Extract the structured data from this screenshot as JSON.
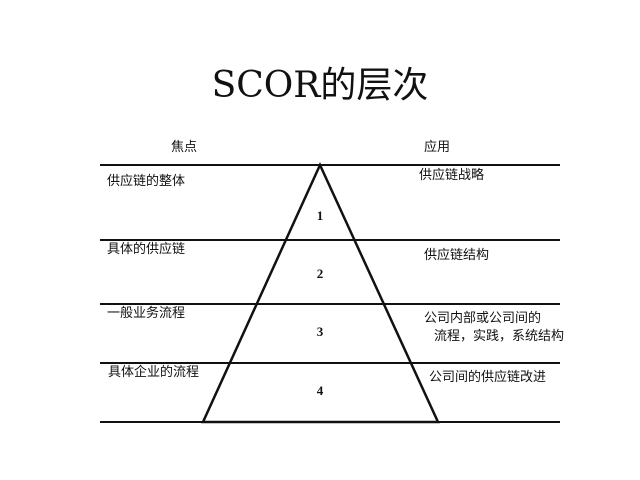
{
  "title": "SCOR的层次",
  "headers": {
    "focus": "焦点",
    "application": "应用"
  },
  "levels": [
    {
      "number": "1",
      "focus": "供应链的整体",
      "application": [
        "供应链战略"
      ]
    },
    {
      "number": "2",
      "focus": "具体的供应链",
      "application": [
        "供应链结构"
      ]
    },
    {
      "number": "3",
      "focus": "一般业务流程",
      "application": [
        "公司内部或公司间的",
        "流程，实践，系统结构"
      ]
    },
    {
      "number": "4",
      "focus": "具体企业的流程",
      "application": [
        "公司间的供应链改进"
      ]
    }
  ]
}
